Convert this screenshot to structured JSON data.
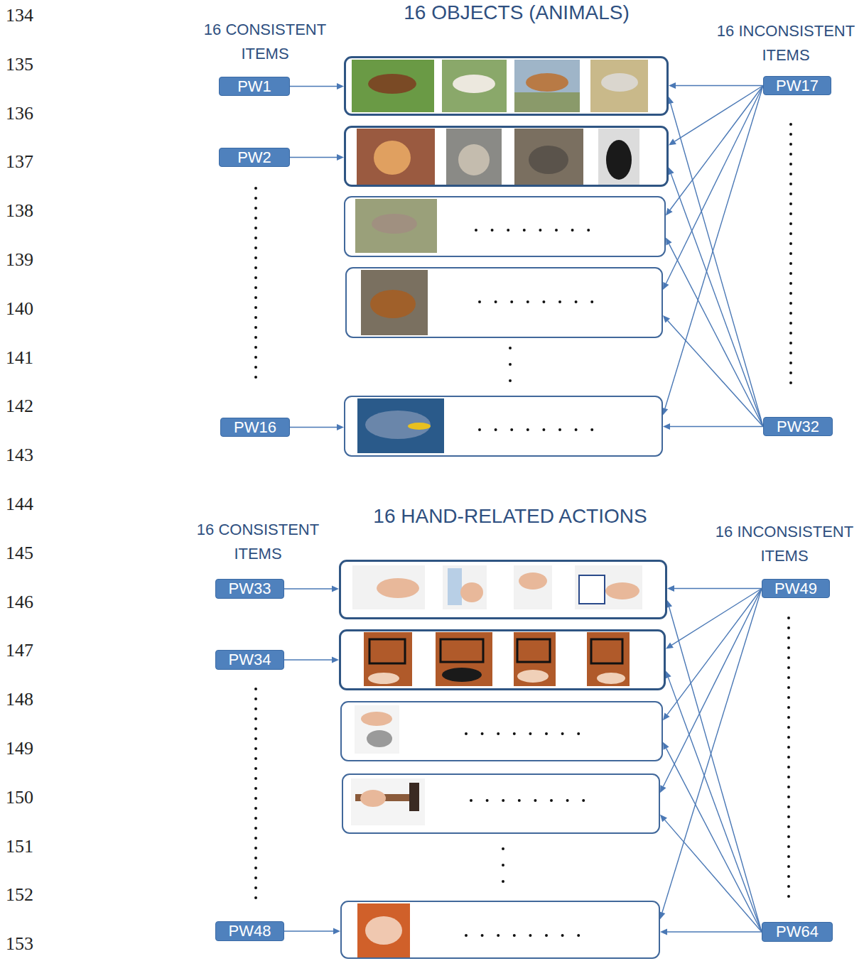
{
  "diagram": {
    "nodes": [
      {
        "text": [
          "PW1"
        ]
      },
      {
        "text": []
      },
      {
        "text": [
          "PW17"
        ]
      },
      {
        "text": [
          "PW2"
        ]
      },
      {
        "text": []
      },
      {
        "text": []
      },
      {
        "text": []
      },
      {
        "text": [
          "PW16"
        ]
      },
      {
        "text": []
      },
      {
        "text": [
          "PW32"
        ]
      },
      {
        "text": [
          "PW33"
        ]
      },
      {
        "text": []
      },
      {
        "text": [
          "PW49"
        ]
      },
      {
        "text": [
          "PW34"
        ]
      },
      {
        "text": []
      },
      {
        "text": []
      },
      {
        "text": []
      },
      {
        "text": [
          "PW48"
        ]
      },
      {
        "text": []
      },
      {
        "text": [
          "PW64"
        ]
      }
    ],
    "edges": [
      {
        "from": 0,
        "to": 1,
        "arrow": "to"
      },
      {
        "from": 3,
        "to": 4,
        "arrow": "to"
      },
      {
        "from": 7,
        "to": 8,
        "arrow": "to"
      },
      {
        "from": 2,
        "to": 1,
        "arrow": "to"
      },
      {
        "from": 2,
        "to": 4,
        "arrow": "to"
      },
      {
        "from": 2,
        "to": 5,
        "arrow": "to"
      },
      {
        "from": 2,
        "to": 6,
        "arrow": "to"
      },
      {
        "from": 2,
        "to": 8,
        "arrow": "to"
      },
      {
        "from": 9,
        "to": 1,
        "arrow": "to"
      },
      {
        "from": 9,
        "to": 4,
        "arrow": "to"
      },
      {
        "from": 9,
        "to": 5,
        "arrow": "to"
      },
      {
        "from": 9,
        "to": 6,
        "arrow": "to"
      },
      {
        "from": 9,
        "to": 8,
        "arrow": "to"
      },
      {
        "from": 10,
        "to": 11,
        "arrow": "to"
      },
      {
        "from": 13,
        "to": 14,
        "arrow": "to"
      },
      {
        "from": 17,
        "to": 18,
        "arrow": "to"
      },
      {
        "from": 12,
        "to": 11,
        "arrow": "to"
      },
      {
        "from": 12,
        "to": 14,
        "arrow": "to"
      },
      {
        "from": 12,
        "to": 15,
        "arrow": "to"
      },
      {
        "from": 12,
        "to": 16,
        "arrow": "to"
      },
      {
        "from": 12,
        "to": 18,
        "arrow": "to"
      },
      {
        "from": 19,
        "to": 11,
        "arrow": "to"
      },
      {
        "from": 19,
        "to": 14,
        "arrow": "to"
      },
      {
        "from": 19,
        "to": 15,
        "arrow": "to"
      },
      {
        "from": 19,
        "to": 16,
        "arrow": "to"
      },
      {
        "from": 19,
        "to": 18,
        "arrow": "to"
      }
    ],
    "labels": [
      "134",
      "135",
      "136",
      "137",
      "138",
      "139",
      "140",
      "141",
      "142",
      "143",
      "144",
      "145",
      "146",
      "147",
      "148",
      "149",
      "150",
      "151",
      "152",
      "153",
      "16 OBJECTS (ANIMALS)",
      "16 CONSISTENT ITEMS",
      "16 INCONSISTENT ITEMS",
      "16 HAND-RELATED ACTIONS",
      "16 CONSISTENT ITEMS",
      "16 INCONSISTENT ITEMS"
    ]
  }
}
